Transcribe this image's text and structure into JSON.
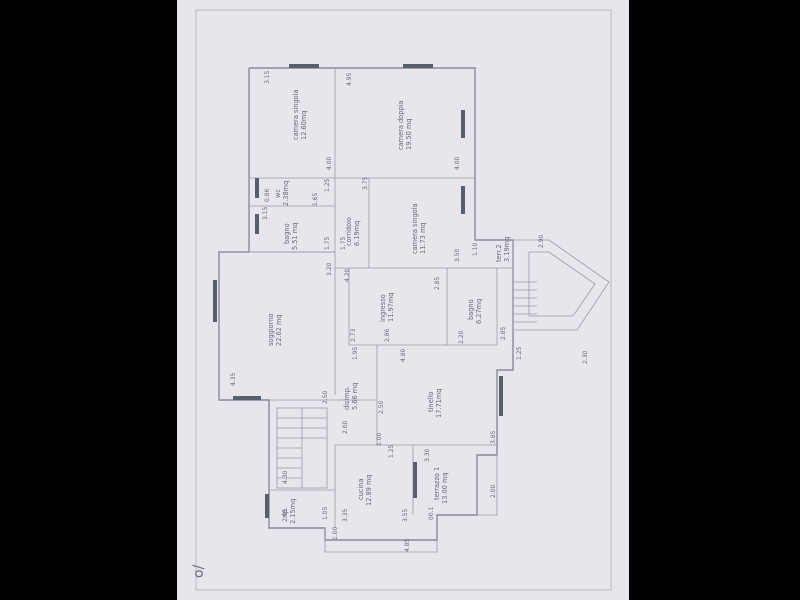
{
  "plan": {
    "rooms": [
      {
        "id": "camera-singola-1",
        "name": "camera singola",
        "area": "12.60mq"
      },
      {
        "id": "camera-doppia",
        "name": "camera doppia",
        "area": "19.50 mq"
      },
      {
        "id": "wc",
        "name": "wc",
        "area": "2.38mq"
      },
      {
        "id": "bagno-1",
        "name": "bagno",
        "area": "5.51 mq"
      },
      {
        "id": "corridoio",
        "name": "corridoio",
        "area": "6.19mq"
      },
      {
        "id": "camera-singola-2",
        "name": "camera singola",
        "area": "11.73 mq"
      },
      {
        "id": "terr-2",
        "name": "terr.2",
        "area": "3.19mq"
      },
      {
        "id": "soggiorno",
        "name": "soggiorno",
        "area": "22.62 mq"
      },
      {
        "id": "ingresso",
        "name": "ingresso",
        "area": "11.97mq"
      },
      {
        "id": "bagno-2",
        "name": "bagno",
        "area": "6.27mq"
      },
      {
        "id": "disimp",
        "name": "disimp.",
        "area": "5.66 mq"
      },
      {
        "id": "tinello",
        "name": "tinello",
        "area": "17.71mq"
      },
      {
        "id": "cucina",
        "name": "cucina",
        "area": "12.89 mq"
      },
      {
        "id": "terrazzo-1",
        "name": "terrazzo 1",
        "area": "13.00 mq"
      },
      {
        "id": "rip",
        "name": "rip.",
        "area": "2.15mq"
      }
    ],
    "dimensions": [
      "3.15",
      "4.95",
      "4.00",
      "4.00",
      "3.75",
      "1.25",
      "0.86",
      "1.65",
      "3.15",
      "1.75",
      "1.75",
      "3.50",
      "1.10",
      "2.90",
      "3.20",
      "4.20",
      "2.85",
      "2.85",
      "2.73",
      "2.20",
      "2.86",
      "4.80",
      "1.95",
      "1.25",
      "2.50",
      "4.35",
      "2.50",
      "2.00",
      "1.00",
      "1.25",
      "3.30",
      "3.85",
      "4.30",
      "2.00",
      "1.05",
      "2.05",
      "3.35",
      "3.55",
      "00.1",
      "1.00",
      "4.85",
      "2.30"
    ],
    "handwritten_note": "o/"
  }
}
